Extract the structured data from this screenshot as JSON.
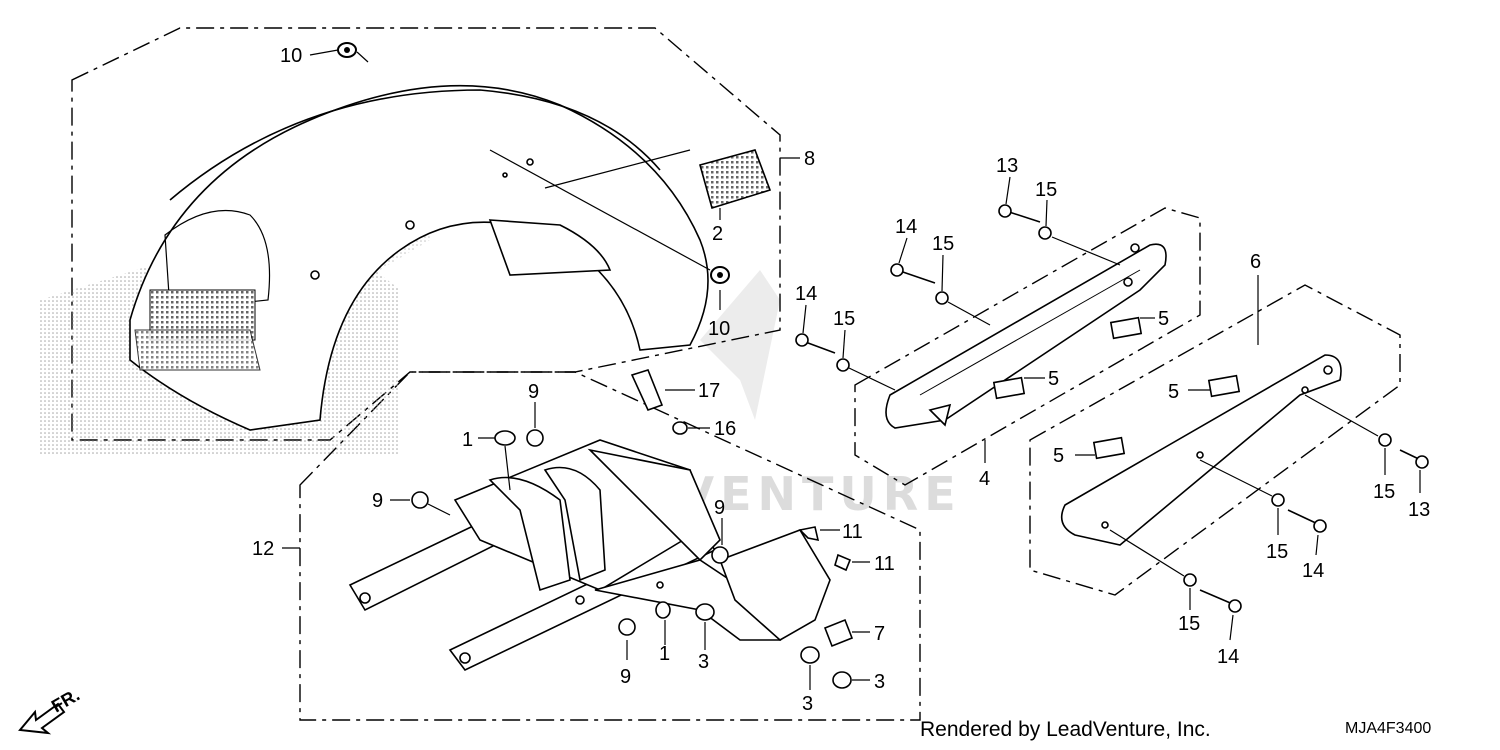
{
  "watermark": {
    "text": "LEADVENTURE",
    "color": "#dcdcdc"
  },
  "direction": {
    "label": "FR."
  },
  "footer": {
    "credit": "Rendered by LeadVenture, Inc.",
    "diagram_code": "MJA4F3400"
  },
  "callouts": {
    "c1a": "1",
    "c1b": "1",
    "c2": "2",
    "c3a": "3",
    "c3b": "3",
    "c3c": "3",
    "c4": "4",
    "c5a": "5",
    "c5b": "5",
    "c5c": "5",
    "c5d": "5",
    "c6": "6",
    "c7": "7",
    "c8": "8",
    "c9a": "9",
    "c9b": "9",
    "c9c": "9",
    "c9d": "9",
    "c10a": "10",
    "c10b": "10",
    "c11a": "11",
    "c11b": "11",
    "c12": "12",
    "c13a": "13",
    "c13b": "13",
    "c14a": "14",
    "c14b": "14",
    "c14c": "14",
    "c14d": "14",
    "c15a": "15",
    "c15b": "15",
    "c15c": "15",
    "c15d": "15",
    "c15e": "15",
    "c15f": "15",
    "c16": "16",
    "c17": "17"
  }
}
